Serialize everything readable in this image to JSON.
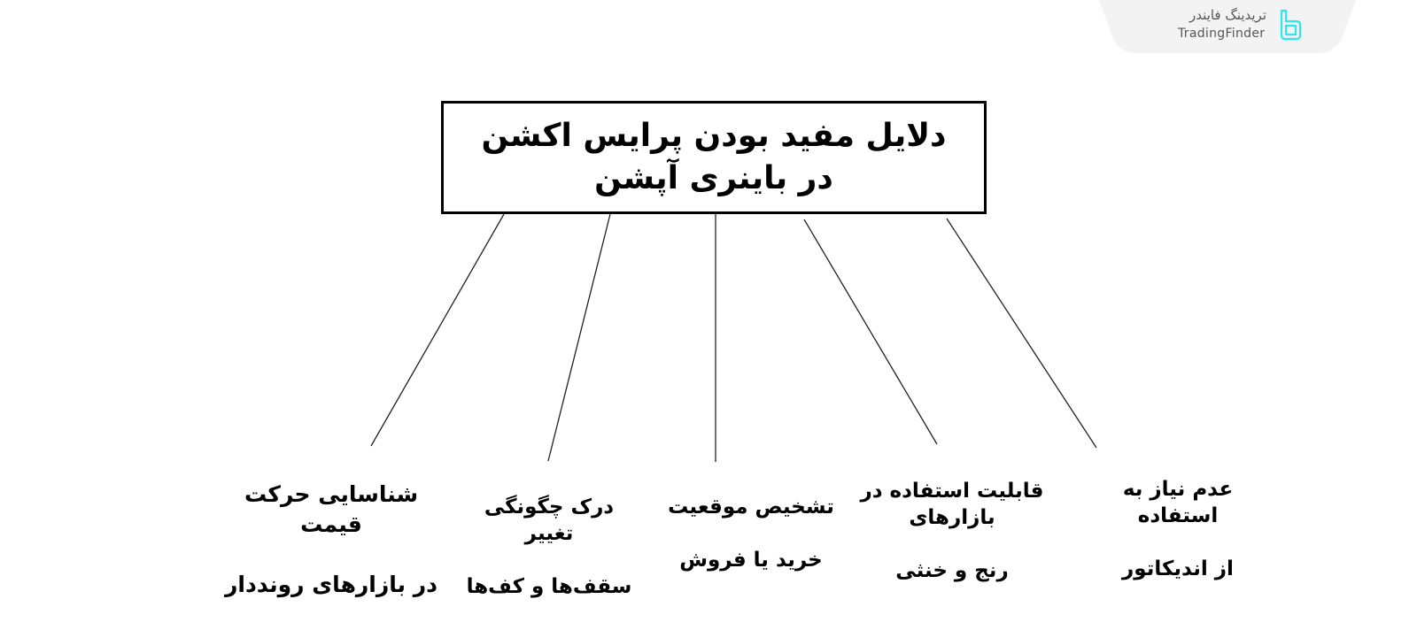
{
  "logo": {
    "text_fa": "تریدینگ فایندر",
    "text_en": "TradingFinder",
    "icon": "tradingfinder-logo-icon",
    "accent_color": "#2ee6f0"
  },
  "diagram": {
    "root": {
      "line1": "دلایل مفید بودن پرایس اکشن",
      "line2": "در باینری آپشن"
    },
    "branches": [
      {
        "line1": "شناسایی حرکت قیمت",
        "line2": "در بازارهای رونددار"
      },
      {
        "line1": "درک چگونگی تغییر",
        "line2": "سقف‌ها و کف‌ها"
      },
      {
        "line1": "تشخیص موقعیت",
        "line2": "خرید یا فروش"
      },
      {
        "line1": "قابلیت استفاده در بازارهای",
        "line2": "رنج و خنثی"
      },
      {
        "line1": "عدم نیاز به استفاده",
        "line2": "از اندیکاتور"
      }
    ],
    "line_color": "#222222",
    "border_color": "#000000"
  }
}
